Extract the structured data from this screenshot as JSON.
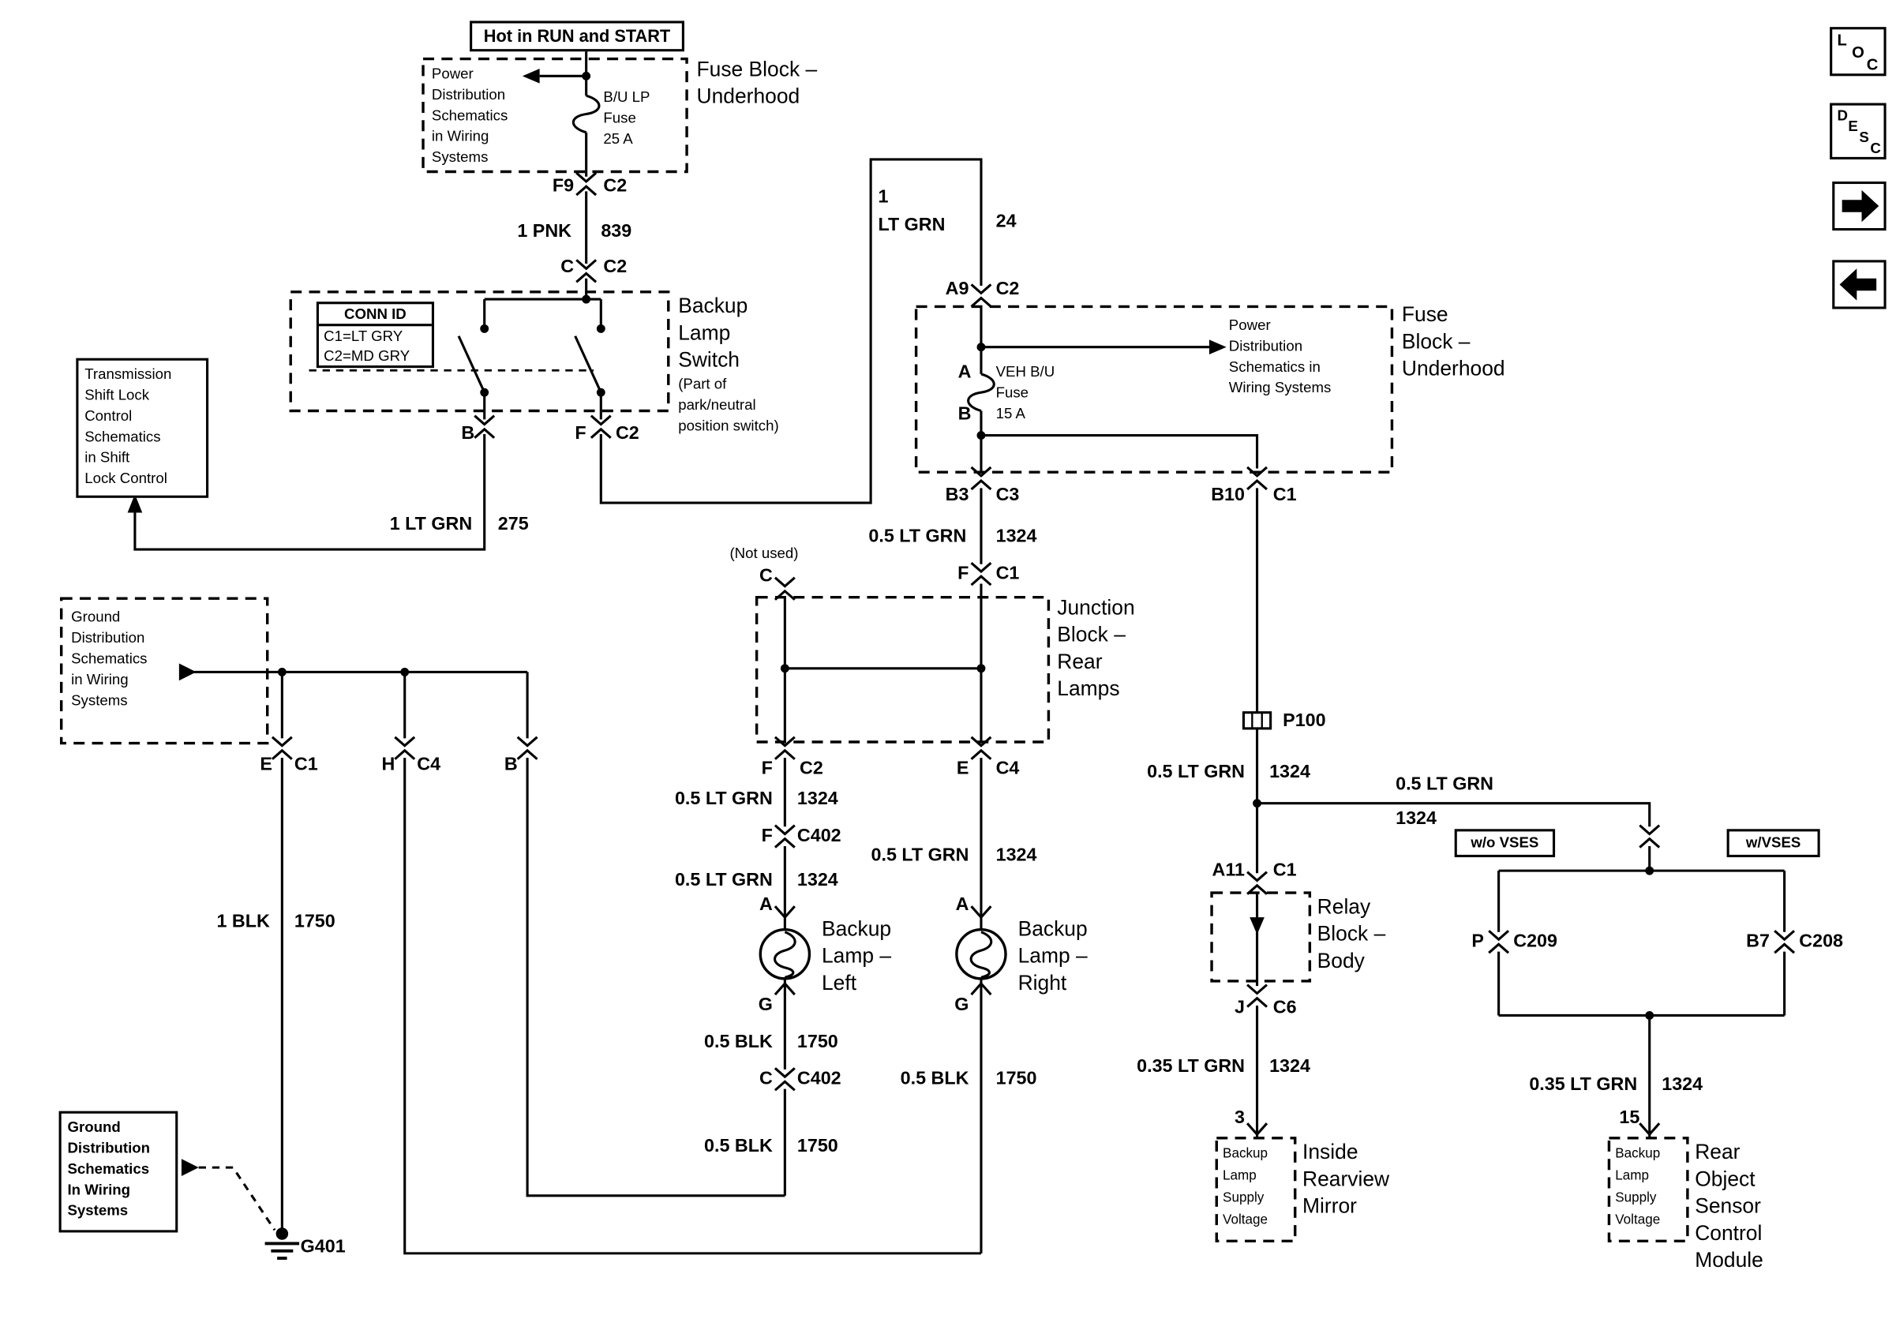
{
  "nav": {
    "loc": [
      "L",
      "O",
      "C"
    ],
    "desc": [
      "D",
      "E",
      "S",
      "C"
    ],
    "icons": {
      "next": "right-arrow",
      "prev": "left-arrow"
    }
  },
  "power_source": {
    "label": "Hot in RUN and START"
  },
  "fuse_block_top": {
    "ref_note": [
      "Power",
      "Distribution",
      "Schematics",
      "in Wiring",
      "Systems"
    ],
    "fuse": {
      "name": "B/U LP",
      "type": "Fuse",
      "rating": "25 A"
    },
    "name": [
      "Fuse Block –",
      "Underhood"
    ],
    "output": {
      "pin": "F9",
      "conn": "C2"
    }
  },
  "wire_pnk_839": {
    "spec": "1 PNK",
    "circuit": "839"
  },
  "switch_input": {
    "pin": "C",
    "conn": "C2"
  },
  "backup_lamp_switch": {
    "conn_id": {
      "title": "CONN ID",
      "rows": [
        "C1=LT GRY",
        "C2=MD GRY"
      ]
    },
    "name": [
      "Backup",
      "Lamp",
      "Switch"
    ],
    "note": [
      "(Part of",
      "park/neutral",
      "position switch)"
    ],
    "output_b": {
      "pin": "B"
    },
    "output_f": {
      "pin": "F",
      "conn": "C2"
    }
  },
  "shift_lock_ref": {
    "lines": [
      "Transmission",
      "Shift Lock",
      "Control",
      "Schematics",
      "in Shift",
      "Lock Control"
    ]
  },
  "wire_ltgrn_275": {
    "spec": "1 LT GRN",
    "circuit": "275"
  },
  "wire_ltgrn_24": {
    "spec_lines": [
      "1",
      "LT GRN"
    ],
    "circuit": "24"
  },
  "fuse_block_right": {
    "input": {
      "pin": "A9",
      "conn": "C2"
    },
    "ref_note": [
      "Power",
      "Distribution",
      "Schematics in",
      "Wiring Systems"
    ],
    "fuse": {
      "pin_top": "A",
      "pin_bottom": "B",
      "name": "VEH B/U",
      "type": "Fuse",
      "rating": "15 A"
    },
    "name": [
      "Fuse",
      "Block –",
      "Underhood"
    ],
    "output_left": {
      "pin": "B3",
      "conn": "C3"
    },
    "output_right": {
      "pin": "B10",
      "conn": "C1"
    }
  },
  "wire_ltgrn_1324_feed": {
    "spec": "0.5 LT GRN",
    "circuit": "1324"
  },
  "junction_block": {
    "name": [
      "Junction",
      "Block –",
      "Rear",
      "Lamps"
    ],
    "not_used": "(Not used)",
    "in_c": {
      "pin": "C"
    },
    "in_f": {
      "pin": "F",
      "conn": "C1"
    },
    "gnd_e": {
      "pin": "E",
      "conn": "C1"
    },
    "gnd_h": {
      "pin": "H",
      "conn": "C4"
    },
    "gnd_b": {
      "pin": "B"
    },
    "out_f": {
      "pin": "F",
      "conn": "C2"
    },
    "out_e": {
      "pin": "E",
      "conn": "C4"
    }
  },
  "ground_ref_top": {
    "lines": [
      "Ground",
      "Distribution",
      "Schematics",
      "in Wiring",
      "Systems"
    ]
  },
  "wire_blk_1750": {
    "spec": "1 BLK",
    "circuit": "1750"
  },
  "ground_ref_bottom": {
    "lines": [
      "Ground",
      "Distribution",
      "Schematics",
      "In Wiring",
      "Systems"
    ]
  },
  "ground_point": {
    "label": "G401"
  },
  "left_lamp": {
    "wire_feed_upper": {
      "spec": "0.5 LT GRN",
      "circuit": "1324"
    },
    "conn_feed": {
      "pin": "F",
      "conn": "C402"
    },
    "wire_feed_lower": {
      "spec": "0.5 LT GRN",
      "circuit": "1324"
    },
    "pin_a": "A",
    "name": [
      "Backup",
      "Lamp –",
      "Left"
    ],
    "pin_g": "G",
    "wire_gnd_upper": {
      "spec": "0.5 BLK",
      "circuit": "1750"
    },
    "conn_gnd": {
      "pin": "C",
      "conn": "C402"
    },
    "wire_gnd_lower": {
      "spec": "0.5 BLK",
      "circuit": "1750"
    }
  },
  "right_lamp": {
    "wire_feed": {
      "spec": "0.5 LT GRN",
      "circuit": "1324"
    },
    "pin_a": "A",
    "name": [
      "Backup",
      "Lamp –",
      "Right"
    ],
    "pin_g": "G",
    "wire_gnd": {
      "spec": "0.5 BLK",
      "circuit": "1750"
    }
  },
  "p100": {
    "label": "P100"
  },
  "wire_ltgrn_1324_p100": {
    "spec": "0.5 LT GRN",
    "circuit": "1324"
  },
  "wire_ltgrn_1324_branch": {
    "spec": "0.5 LT GRN",
    "circuit": "1324"
  },
  "relay_block": {
    "input": {
      "pin": "A11",
      "conn": "C1"
    },
    "name": [
      "Relay",
      "Block –",
      "Body"
    ],
    "output": {
      "pin": "J",
      "conn": "C6"
    }
  },
  "wire_ltgrn_035_mirror": {
    "spec": "0.35 LT GRN",
    "circuit": "1324"
  },
  "mirror": {
    "pin": "3",
    "signal": [
      "Backup",
      "Lamp",
      "Supply",
      "Voltage"
    ],
    "name": [
      "Inside",
      "Rearview",
      "Mirror"
    ]
  },
  "vses": {
    "without_label": "w/o VSES",
    "with_label": "w/VSES",
    "conn_left": {
      "pin": "P",
      "conn": "C209"
    },
    "conn_right": {
      "pin": "B7",
      "conn": "C208"
    }
  },
  "wire_ltgrn_035_module": {
    "spec": "0.35 LT GRN",
    "circuit": "1324"
  },
  "rear_object_module": {
    "pin": "15",
    "signal": [
      "Backup",
      "Lamp",
      "Supply",
      "Voltage"
    ],
    "name": [
      "Rear",
      "Object",
      "Sensor",
      "Control",
      "Module"
    ]
  }
}
